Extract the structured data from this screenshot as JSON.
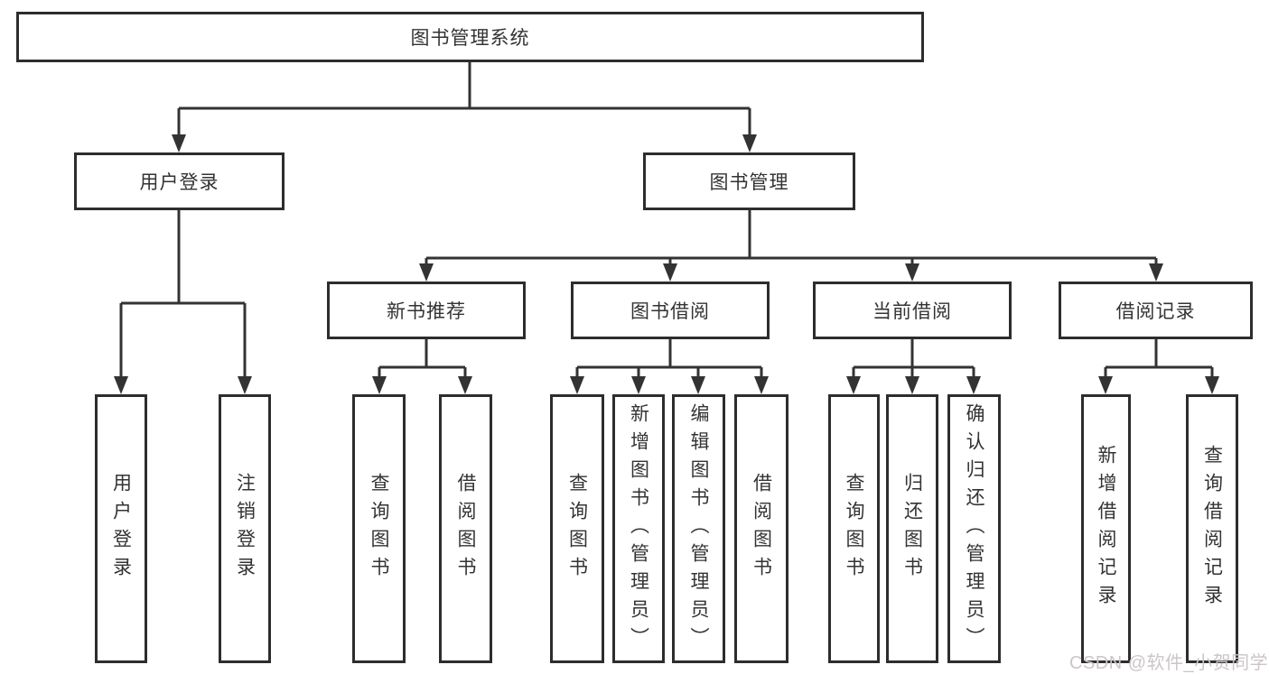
{
  "diagram": {
    "root": {
      "label": "图书管理系统"
    },
    "branches": [
      {
        "label": "用户登录",
        "children": [
          {
            "label": "用户登录"
          },
          {
            "label": "注销登录"
          }
        ]
      },
      {
        "label": "图书管理",
        "children": [
          {
            "label": "新书推荐",
            "children": [
              {
                "label": "查询图书"
              },
              {
                "label": "借阅图书"
              }
            ]
          },
          {
            "label": "图书借阅",
            "children": [
              {
                "label": "查询图书"
              },
              {
                "label": "新增图书（管理员）"
              },
              {
                "label": "编辑图书（管理员）"
              },
              {
                "label": "借阅图书"
              }
            ]
          },
          {
            "label": "当前借阅",
            "children": [
              {
                "label": "查询图书"
              },
              {
                "label": "归还图书"
              },
              {
                "label": "确认归还（管理员）"
              }
            ]
          },
          {
            "label": "借阅记录",
            "children": [
              {
                "label": "新增借阅记录"
              },
              {
                "label": "查询借阅记录"
              }
            ]
          }
        ]
      }
    ]
  },
  "watermark": {
    "text": "CSDN @软件_小贺同学"
  },
  "colors": {
    "line": "#333333",
    "box_border": "#2d2d2d",
    "text": "#333333",
    "background": "#ffffff",
    "watermark": "#ccc6c6"
  }
}
